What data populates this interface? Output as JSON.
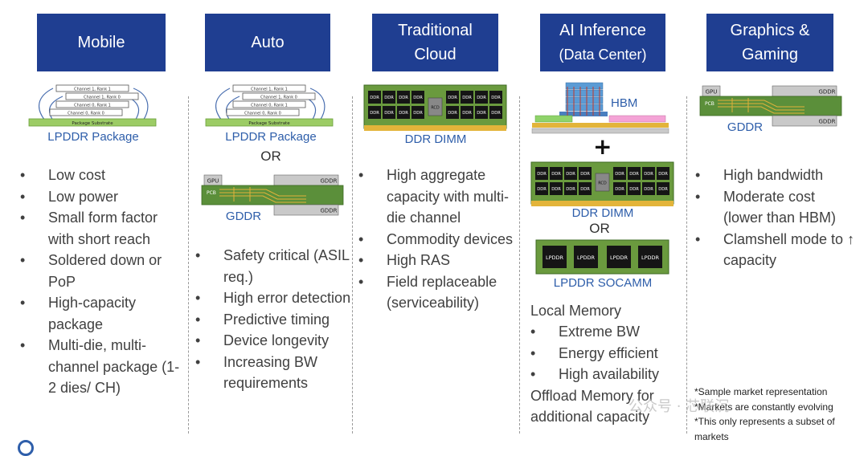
{
  "columns": [
    {
      "title": "Mobile"
    },
    {
      "title": "Auto"
    },
    {
      "title": "Traditional Cloud"
    },
    {
      "title": "AI Inference",
      "subtitle": "(Data Center)"
    },
    {
      "title": "Graphics & Gaming"
    }
  ],
  "package_diagram": {
    "layers": [
      "Channel 1, Rank 1",
      "Channel 1, Rank 0",
      "Channel 0, Rank 1",
      "Channel 0, Rank 0"
    ],
    "substrate": "Package Substrate"
  },
  "gddr_diagram": {
    "gpu": "GPU",
    "gddr": "GDDR",
    "pcb": "PCB"
  },
  "dimm_chip": "DDR",
  "dimm_center": "RCD",
  "socamm_chip": "LPDDR",
  "hbm_label": "HBM",
  "plus": "+",
  "labels": {
    "lpddr_package": "LPDDR Package",
    "or": "OR",
    "gddr": "GDDR",
    "ddr_dimm": "DDR DIMM",
    "lpddr_socamm": "LPDDR SOCAMM"
  },
  "mobile_bullets": [
    "Low cost",
    "Low power",
    "Small form factor with short reach",
    "Soldered down or PoP",
    "High-capacity package",
    "Multi-die, multi-channel package (1-2 dies/ CH)"
  ],
  "auto_bullets": [
    "Safety critical (ASIL req.)",
    "High error detection",
    "Predictive timing",
    "Device longevity",
    "Increasing BW requirements"
  ],
  "cloud_bullets": [
    "High aggregate capacity with multi-die channel",
    "Commodity devices",
    "High RAS",
    "Field replaceable (serviceability)"
  ],
  "ai": {
    "local_title": "Local Memory",
    "local_bullets": [
      "Extreme BW",
      "Energy efficient",
      "High availability"
    ],
    "offload_line1": "Offload Memory for",
    "offload_line2": "additional capacity"
  },
  "gaming_bullets": [
    "High bandwidth",
    "Moderate cost (lower than HBM)",
    "Clamshell mode to ↑ capacity"
  ],
  "notes": [
    "*Sample market representation",
    "*Markets are constantly evolving",
    "*This only represents a subset of",
    "markets"
  ],
  "watermark": "公众号 · 芯联沉",
  "colors": {
    "header": "#1f3e91",
    "caption": "#2e5eaa",
    "pcb": "#5b8f3a",
    "chip": "#151515"
  }
}
